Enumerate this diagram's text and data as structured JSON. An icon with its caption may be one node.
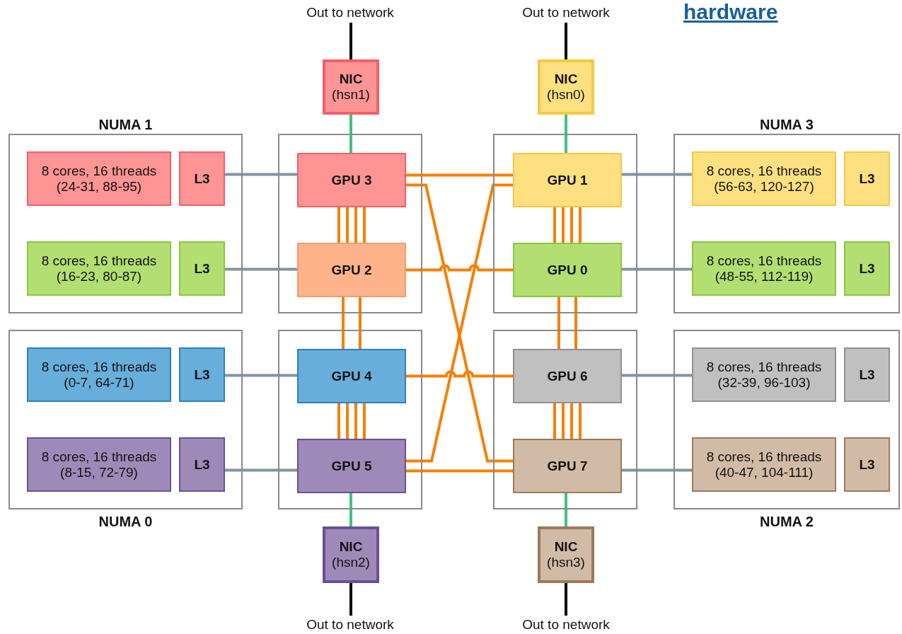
{
  "diagram": {
    "nodes": [
      {
        "text": [
          "Out to network"
        ]
      },
      {
        "text": [
          "Out to network"
        ]
      },
      {
        "text": [
          "NIC",
          "(hsn1)"
        ]
      },
      {
        "text": [
          "NIC",
          "(hsn0)"
        ]
      },
      {
        "text": [
          "NUMA 1"
        ]
      },
      {
        "text": [
          "8 cores, 16 threads (24-31, 88-95)"
        ],
        "in": 4
      },
      {
        "text": [
          "L3"
        ],
        "in": 4
      },
      {
        "text": [
          "8 cores, 16 threads (16-23, 80-87)"
        ],
        "in": 4
      },
      {
        "text": [
          "L3"
        ],
        "in": 4
      },
      {
        "text": [],
        "shape": "box"
      },
      {
        "text": [
          "GPU 3"
        ],
        "in": 9
      },
      {
        "text": [
          "GPU 2"
        ],
        "in": 9
      },
      {
        "text": [],
        "shape": "box"
      },
      {
        "text": [
          "GPU 1"
        ],
        "in": 12
      },
      {
        "text": [
          "GPU 0"
        ],
        "in": 12
      },
      {
        "text": [
          "NUMA 3"
        ]
      },
      {
        "text": [
          "8 cores, 16 threads (56-63, 120-127)"
        ],
        "in": 15
      },
      {
        "text": [
          "L3"
        ],
        "in": 15
      },
      {
        "text": [
          "8 cores, 16 threads (48-55, 112-119)"
        ],
        "in": 15
      },
      {
        "text": [
          "L3"
        ],
        "in": 15
      },
      {
        "text": [
          "NUMA 0"
        ]
      },
      {
        "text": [
          "8 cores, 16 threads (0-7, 64-71)"
        ],
        "in": 20
      },
      {
        "text": [
          "L3"
        ],
        "in": 20
      },
      {
        "text": [
          "8 cores, 16 threads (8-15, 72-79)"
        ],
        "in": 20
      },
      {
        "text": [
          "L3"
        ],
        "in": 20
      },
      {
        "text": [],
        "shape": "box"
      },
      {
        "text": [
          "GPU 4"
        ],
        "in": 25
      },
      {
        "text": [
          "GPU 5"
        ],
        "in": 25
      },
      {
        "text": [],
        "shape": "box"
      },
      {
        "text": [
          "GPU 6"
        ],
        "in": 28
      },
      {
        "text": [
          "GPU 7"
        ],
        "in": 28
      },
      {
        "text": [
          "NUMA 2"
        ]
      },
      {
        "text": [
          "8 cores, 16 threads (32-39, 96-103)"
        ],
        "in": 31
      },
      {
        "text": [
          "L3"
        ],
        "in": 31
      },
      {
        "text": [
          "8 cores, 16 threads (40-47, 104-111)"
        ],
        "in": 31
      },
      {
        "text": [
          "L3"
        ],
        "in": 31
      },
      {
        "text": [
          "NIC",
          "(hsn2)"
        ]
      },
      {
        "text": [
          "NIC",
          "(hsn3)"
        ]
      },
      {
        "text": [
          "Out to network"
        ]
      },
      {
        "text": [
          "Out to network"
        ]
      }
    ],
    "edges": [
      {
        "from": 0,
        "to": 2,
        "arrow": "none",
        "color": "#000000"
      },
      {
        "from": 1,
        "to": 3,
        "arrow": "none",
        "color": "#000000"
      },
      {
        "from": 2,
        "to": 10,
        "arrow": "none",
        "color": "#3cc47c"
      },
      {
        "from": 3,
        "to": 13,
        "arrow": "none",
        "color": "#3cc47c"
      },
      {
        "from": 10,
        "to": 11,
        "arrow": "none"
      },
      {
        "from": 10,
        "to": 11,
        "arrow": "none"
      },
      {
        "from": 10,
        "to": 11,
        "arrow": "none"
      },
      {
        "from": 10,
        "to": 11,
        "arrow": "none"
      },
      {
        "from": 10,
        "to": 13,
        "arrow": "none"
      },
      {
        "from": 10,
        "to": 30,
        "arrow": "none"
      },
      {
        "from": 13,
        "to": 27,
        "arrow": "none"
      },
      {
        "from": 13,
        "to": 14,
        "arrow": "none"
      },
      {
        "from": 13,
        "to": 14,
        "arrow": "none"
      },
      {
        "from": 13,
        "to": 14,
        "arrow": "none"
      },
      {
        "from": 13,
        "to": 14,
        "arrow": "none"
      },
      {
        "from": 6,
        "to": 10,
        "arrow": "none",
        "color": "#8096a0"
      },
      {
        "from": 13,
        "to": 16,
        "arrow": "none",
        "color": "#8096a0"
      },
      {
        "from": 8,
        "to": 11,
        "arrow": "none",
        "color": "#8096a0"
      },
      {
        "from": 11,
        "to": 14,
        "arrow": "none"
      },
      {
        "from": 14,
        "to": 18,
        "arrow": "none",
        "color": "#8096a0"
      },
      {
        "from": 11,
        "to": 26,
        "arrow": "none"
      },
      {
        "from": 11,
        "to": 26,
        "arrow": "none"
      },
      {
        "from": 14,
        "to": 29,
        "arrow": "none"
      },
      {
        "from": 14,
        "to": 29,
        "arrow": "none"
      },
      {
        "from": 22,
        "to": 26,
        "arrow": "none",
        "color": "#8096a0"
      },
      {
        "from": 26,
        "to": 29,
        "arrow": "none"
      },
      {
        "from": 29,
        "to": 32,
        "arrow": "none",
        "color": "#8096a0"
      },
      {
        "from": 26,
        "to": 27,
        "arrow": "none"
      },
      {
        "from": 26,
        "to": 27,
        "arrow": "none"
      },
      {
        "from": 26,
        "to": 27,
        "arrow": "none"
      },
      {
        "from": 26,
        "to": 27,
        "arrow": "none"
      },
      {
        "from": 29,
        "to": 30,
        "arrow": "none"
      },
      {
        "from": 29,
        "to": 30,
        "arrow": "none"
      },
      {
        "from": 29,
        "to": 30,
        "arrow": "none"
      },
      {
        "from": 29,
        "to": 30,
        "arrow": "none"
      },
      {
        "from": 24,
        "to": 27,
        "arrow": "none",
        "color": "#8096a0"
      },
      {
        "from": 27,
        "to": 30,
        "arrow": "none"
      },
      {
        "from": 30,
        "to": 34,
        "arrow": "none",
        "color": "#8096a0"
      },
      {
        "from": 27,
        "to": 36,
        "arrow": "none",
        "color": "#3cc47c"
      },
      {
        "from": 30,
        "to": 37,
        "arrow": "none",
        "color": "#3cc47c"
      },
      {
        "from": 36,
        "to": 38,
        "arrow": "none",
        "color": "#000000"
      },
      {
        "from": 37,
        "to": 39,
        "arrow": "none",
        "color": "#000000"
      }
    ],
    "labels": [
      "hardware"
    ]
  }
}
